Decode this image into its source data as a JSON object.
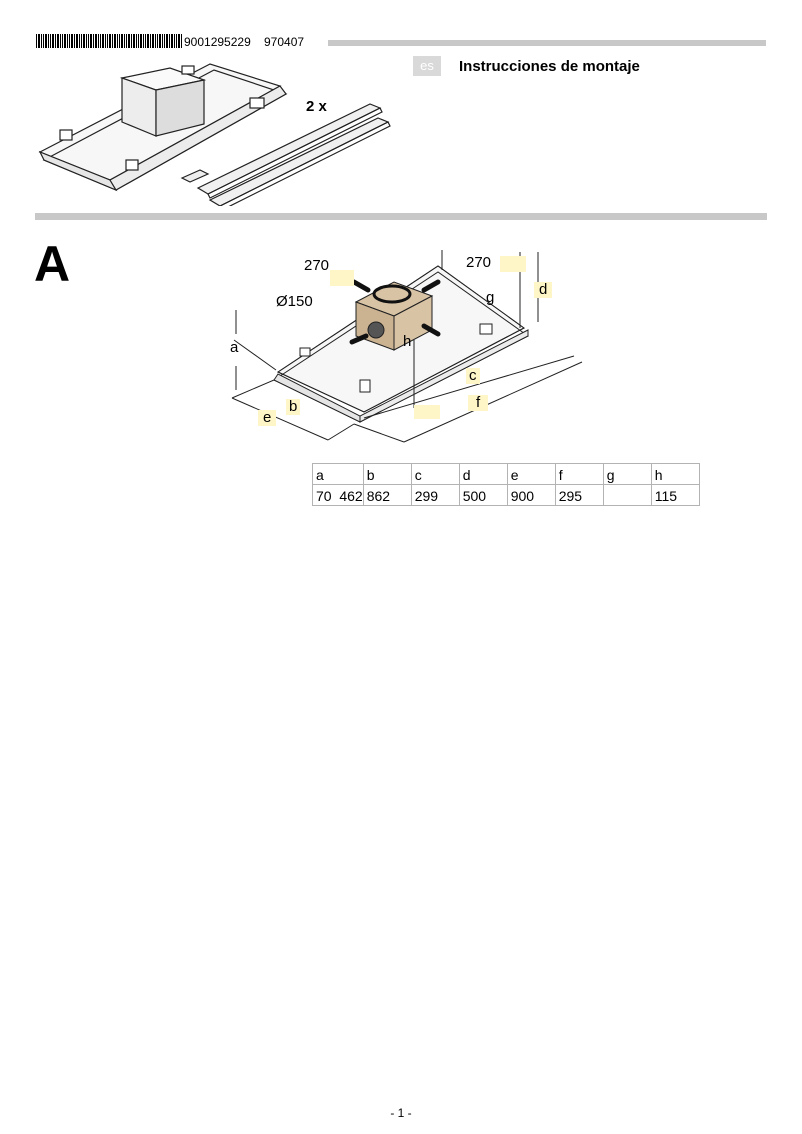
{
  "header": {
    "barcode_number": "9001295229",
    "doc_code": "970407",
    "language_badge": "es",
    "title": "Instrucciones de montaje"
  },
  "accessory_diagram": {
    "quantity_label": "2 x"
  },
  "section": {
    "letter": "A"
  },
  "dimension_diagram": {
    "labels": {
      "dist_left": "270",
      "dist_right": "270",
      "diameter": "Ø150",
      "a": "a",
      "b": "b",
      "c": "c",
      "d": "d",
      "e": "e",
      "f": "f",
      "g": "g",
      "h": "h"
    }
  },
  "dimensions_table": {
    "headers": [
      "a",
      "b",
      "c",
      "d",
      "e",
      "f",
      "g",
      "h"
    ],
    "values": [
      "70",
      "462",
      "862",
      "299",
      "500",
      "900",
      "295",
      "",
      "115"
    ]
  },
  "footer": {
    "page_number": "- 1 -"
  },
  "colors": {
    "rule_gray": "#c8c8c8",
    "motor_box": "#d8c3a5",
    "label_highlight": "#fff6c8"
  }
}
